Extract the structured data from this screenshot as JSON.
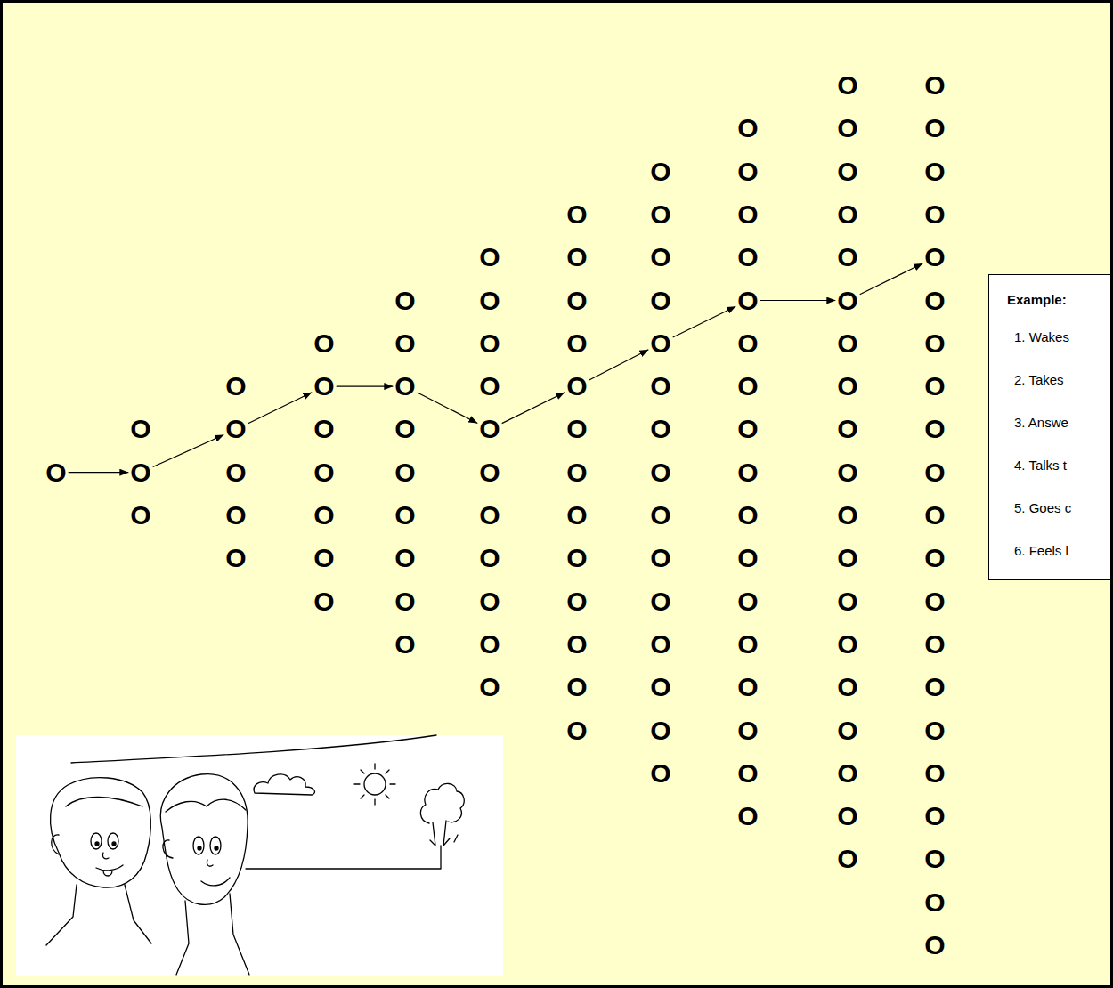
{
  "diagram": {
    "nodes": [
      {
        "text": [
          "O"
        ]
      },
      {
        "text": [
          "O"
        ]
      },
      {
        "text": [
          "O"
        ]
      },
      {
        "text": [
          "O"
        ]
      },
      {
        "text": [
          "O"
        ]
      },
      {
        "text": [
          "O"
        ]
      },
      {
        "text": [
          "O"
        ]
      },
      {
        "text": [
          "O"
        ]
      },
      {
        "text": [
          "O"
        ]
      },
      {
        "text": [
          "O"
        ]
      },
      {
        "text": [
          "O"
        ]
      },
      {
        "text": [
          "Example:",
          "1. Wakes",
          "2. Takes",
          "3. Answe",
          "4. Talks t",
          "5. Goes c",
          "6. Feels l"
        ]
      }
    ],
    "edges": [
      {
        "from": 0,
        "to": 1,
        "arrow": "to"
      },
      {
        "from": 1,
        "to": 2,
        "arrow": "to"
      },
      {
        "from": 2,
        "to": 3,
        "arrow": "to"
      },
      {
        "from": 3,
        "to": 4,
        "arrow": "to"
      },
      {
        "from": 4,
        "to": 5,
        "arrow": "to"
      },
      {
        "from": 5,
        "to": 6,
        "arrow": "to"
      },
      {
        "from": 6,
        "to": 7,
        "arrow": "to"
      },
      {
        "from": 7,
        "to": 8,
        "arrow": "to"
      },
      {
        "from": 8,
        "to": 9,
        "arrow": "to"
      },
      {
        "from": 9,
        "to": 10,
        "arrow": "to"
      }
    ],
    "labels": [
      "O",
      "O",
      "O",
      "O",
      "O",
      "O",
      "O",
      "O",
      "O",
      "O",
      "O",
      "O",
      "O",
      "O",
      "O",
      "O",
      "O",
      "O",
      "O",
      "O",
      "O",
      "O",
      "O",
      "O",
      "O",
      "O",
      "O",
      "O",
      "O",
      "O",
      "O",
      "O",
      "O",
      "O",
      "O",
      "O",
      "O",
      "O",
      "O",
      "O",
      "O",
      "O",
      "O",
      "O",
      "O",
      "O",
      "O",
      "O",
      "O",
      "O",
      "O",
      "O",
      "O",
      "O",
      "O",
      "O",
      "O",
      "O",
      "O",
      "O",
      "O",
      "O",
      "O",
      "O",
      "O",
      "O",
      "O",
      "O",
      "O",
      "O",
      "O",
      "O",
      "O",
      "O",
      "O",
      "O",
      "O",
      "O",
      "O",
      "O",
      "O",
      "O",
      "O",
      "O",
      "O",
      "O",
      "O",
      "O",
      "O",
      "O",
      "O",
      "O",
      "O",
      "O",
      "O",
      "O",
      "O",
      "O",
      "O",
      "O",
      "O",
      "O",
      "O",
      "O",
      "O",
      "O",
      "O",
      "O",
      "O",
      "O"
    ]
  }
}
